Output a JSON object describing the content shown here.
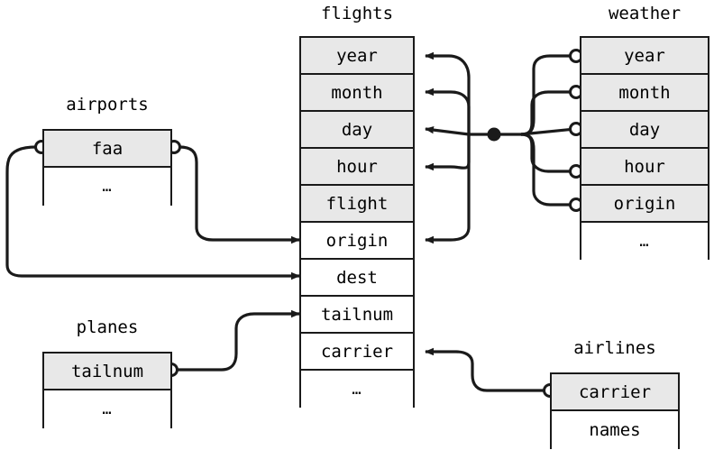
{
  "diagram": {
    "type": "entity-relationship-diagram",
    "title_font_style": "monospace",
    "key_row_fill": "#e8e8e8",
    "plain_row_fill": "#ffffff",
    "stroke_color": "#1a1a1a",
    "background": "#ffffff"
  },
  "tables": {
    "flights": {
      "name": "flights",
      "rows": [
        {
          "label": "year",
          "key": true
        },
        {
          "label": "month",
          "key": true
        },
        {
          "label": "day",
          "key": true
        },
        {
          "label": "hour",
          "key": true
        },
        {
          "label": "flight",
          "key": true
        },
        {
          "label": "origin",
          "key": false
        },
        {
          "label": "dest",
          "key": false
        },
        {
          "label": "tailnum",
          "key": false
        },
        {
          "label": "carrier",
          "key": false
        },
        {
          "label": "…",
          "key": false
        }
      ]
    },
    "weather": {
      "name": "weather",
      "rows": [
        {
          "label": "year",
          "key": true
        },
        {
          "label": "month",
          "key": true
        },
        {
          "label": "day",
          "key": true
        },
        {
          "label": "hour",
          "key": true
        },
        {
          "label": "origin",
          "key": true
        },
        {
          "label": "…",
          "key": false
        }
      ]
    },
    "airports": {
      "name": "airports",
      "rows": [
        {
          "label": "faa",
          "key": true
        },
        {
          "label": "…",
          "key": false
        }
      ]
    },
    "planes": {
      "name": "planes",
      "rows": [
        {
          "label": "tailnum",
          "key": true
        },
        {
          "label": "…",
          "key": false
        }
      ]
    },
    "airlines": {
      "name": "airlines",
      "rows": [
        {
          "label": "carrier",
          "key": true
        },
        {
          "label": "names",
          "key": false
        }
      ]
    }
  },
  "relationships": [
    {
      "from": "weather.year",
      "to": "flights.year",
      "style": "composite-key"
    },
    {
      "from": "weather.month",
      "to": "flights.month",
      "style": "composite-key"
    },
    {
      "from": "weather.day",
      "to": "flights.day",
      "style": "composite-key"
    },
    {
      "from": "weather.hour",
      "to": "flights.hour",
      "style": "composite-key"
    },
    {
      "from": "weather.origin",
      "to": "flights.origin",
      "style": "composite-key"
    },
    {
      "from": "airports.faa",
      "to": "flights.origin",
      "style": "simple"
    },
    {
      "from": "airports.faa",
      "to": "flights.dest",
      "style": "simple"
    },
    {
      "from": "planes.tailnum",
      "to": "flights.tailnum",
      "style": "simple"
    },
    {
      "from": "airlines.carrier",
      "to": "flights.carrier",
      "style": "simple"
    }
  ]
}
